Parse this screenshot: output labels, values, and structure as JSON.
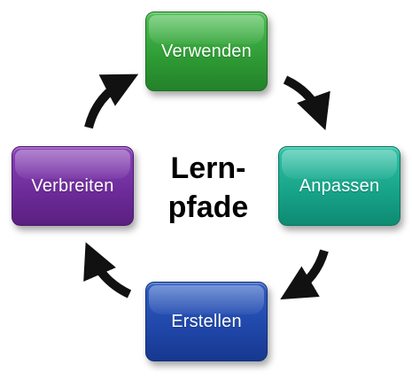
{
  "diagram": {
    "center_title": {
      "line1": "Lern-",
      "line2": "pfade"
    },
    "nodes": {
      "top": "Verwenden",
      "right": "Anpassen",
      "bottom": "Erstellen",
      "left": "Verbreiten"
    },
    "colors": {
      "verwenden": "#2e9a34",
      "anpassen": "#16a287",
      "erstellen": "#1f46a8",
      "verbreiten": "#6c2a98",
      "arrow": "#111111"
    },
    "flow": [
      "Verwenden",
      "Anpassen",
      "Erstellen",
      "Verbreiten",
      "Verwenden"
    ]
  }
}
